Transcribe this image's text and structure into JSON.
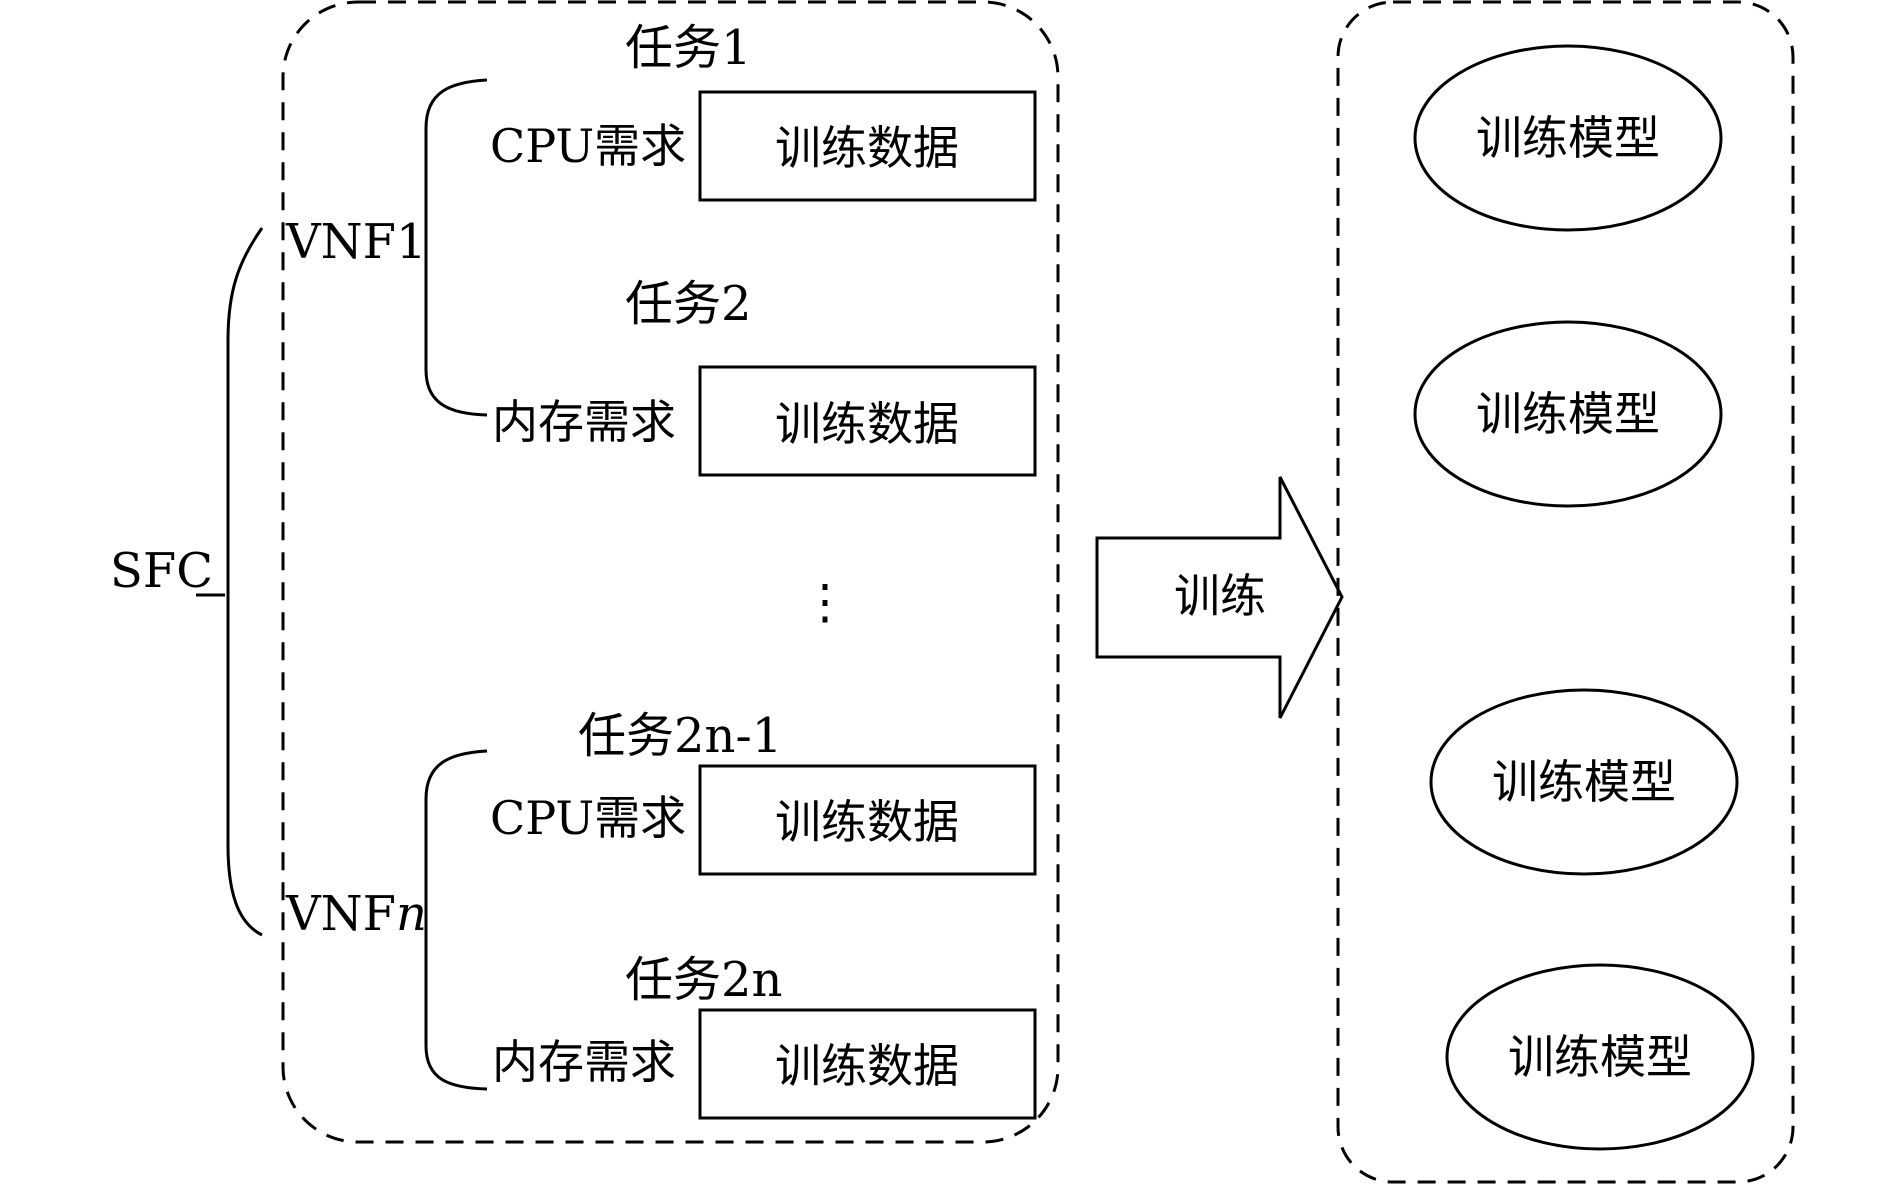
{
  "root": {
    "label": "SFC"
  },
  "vnfs": [
    {
      "label_prefix": "VNF",
      "label_suffix": "1",
      "tasks": [
        {
          "task_prefix": "任务",
          "task_suffix": "1",
          "demand": "CPU需求",
          "box": "训练数据"
        },
        {
          "task_prefix": "任务",
          "task_suffix": "2",
          "demand": "内存需求",
          "box": "训练数据"
        }
      ]
    },
    {
      "label_prefix": "VNF",
      "label_suffix": "n",
      "tasks": [
        {
          "task_prefix": "任务",
          "task_suffix": "2n-1",
          "demand": "CPU需求",
          "box": "训练数据"
        },
        {
          "task_prefix": "任务",
          "task_suffix": "2n",
          "demand": "内存需求",
          "box": "训练数据"
        }
      ]
    }
  ],
  "ellipsis": "⋮",
  "arrow": {
    "label": "训练"
  },
  "models": [
    "训练模型",
    "训练模型",
    "训练模型",
    "训练模型"
  ]
}
